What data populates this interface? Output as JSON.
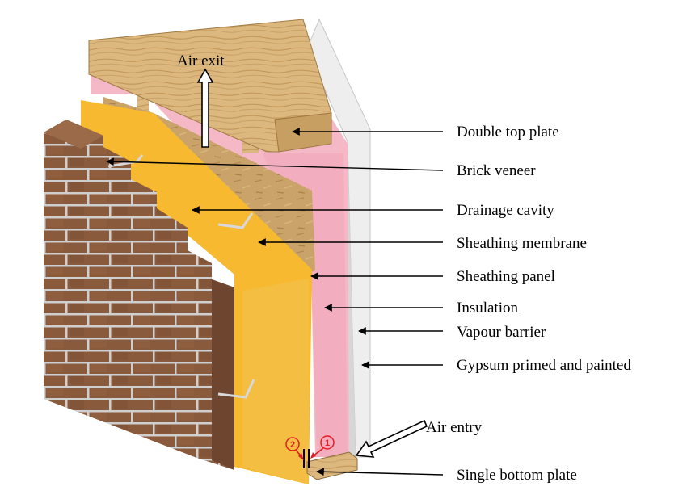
{
  "diagram": {
    "labels": {
      "air_exit": "Air exit",
      "air_entry": "Air entry",
      "double_top_plate": "Double top plate",
      "brick_veneer": "Brick veneer",
      "drainage_cavity": "Drainage cavity",
      "sheathing_membrane": "Sheathing membrane",
      "sheathing_panel": "Sheathing panel",
      "insulation": "Insulation",
      "vapour_barrier": "Vapour barrier",
      "gypsum": "Gypsum primed and painted",
      "single_bottom_plate": "Single bottom plate"
    },
    "markers": {
      "one": "1",
      "two": "2"
    },
    "colors": {
      "brick": "#8a5a3c",
      "brick_dark": "#6e4630",
      "mortar": "#cfcfcf",
      "membrane": "#f6b930",
      "sheathing": "#c9a36a",
      "insulation": "#f5b8c6",
      "timber": "#dcb77e",
      "gypsum": "#eeeeee",
      "marker_red": "#e02020"
    }
  }
}
